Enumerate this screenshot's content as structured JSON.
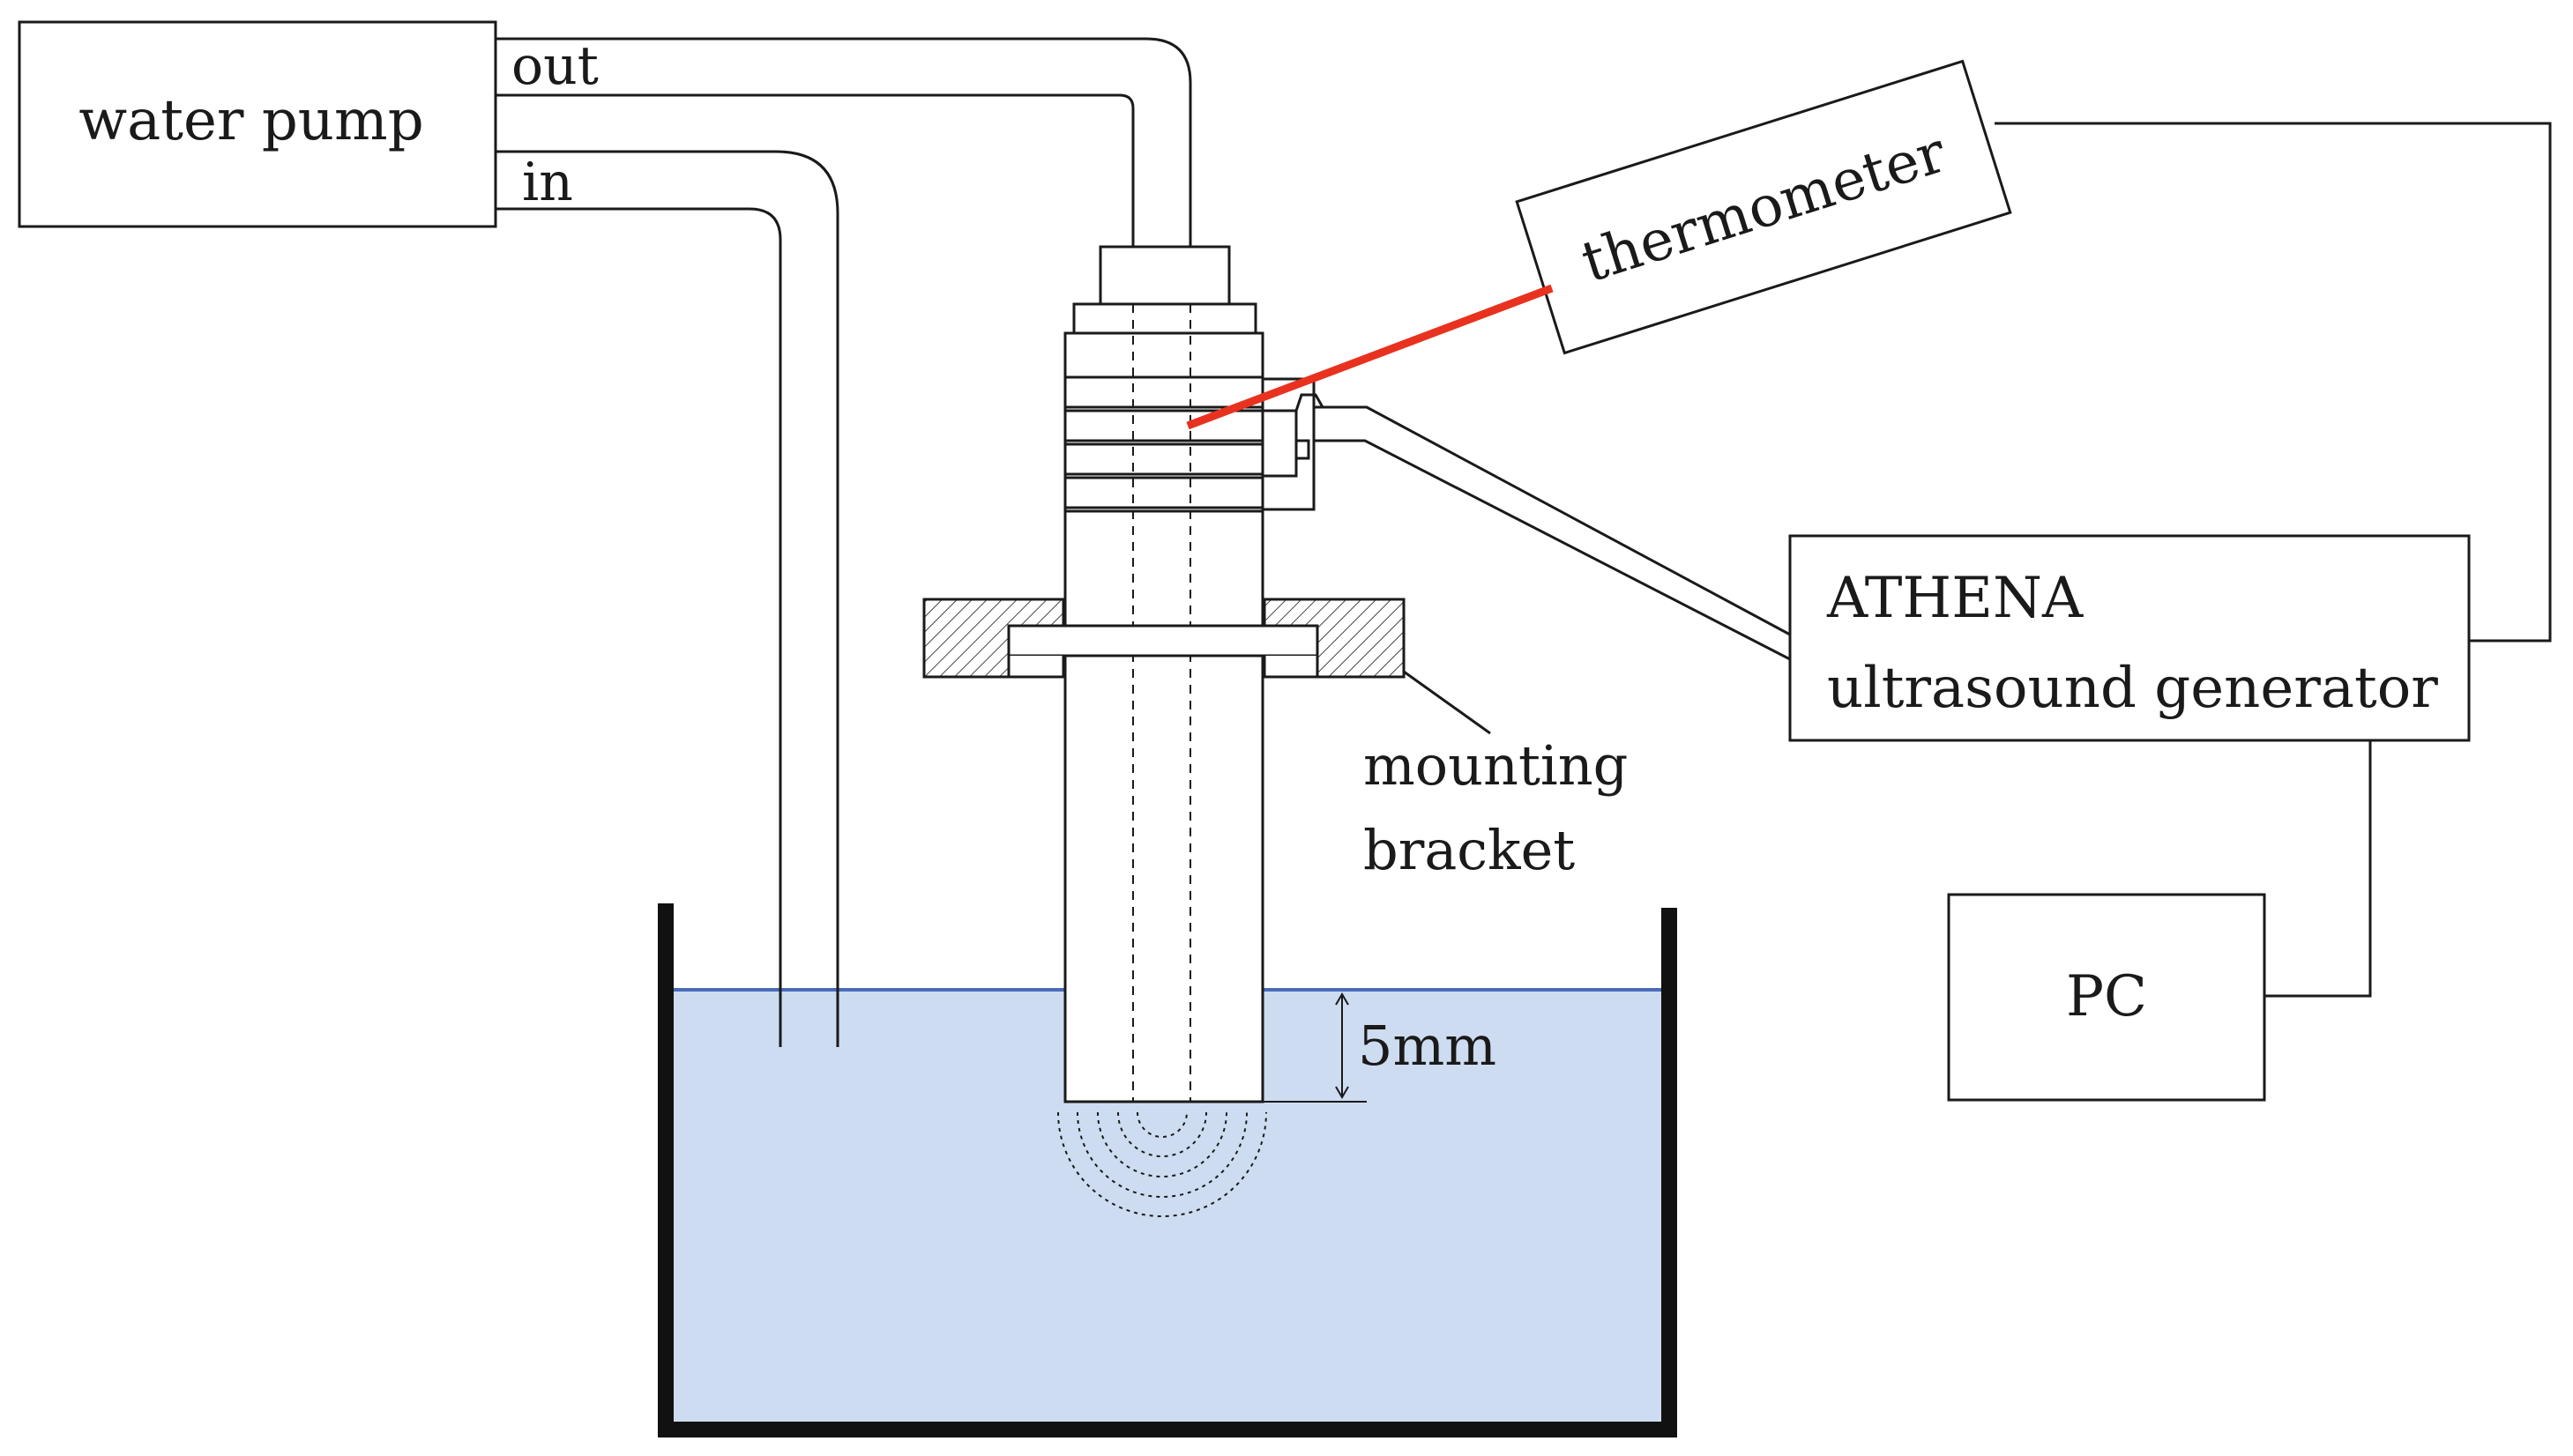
{
  "labels": {
    "water_pump": "water pump",
    "out": "out",
    "in": "in",
    "thermometer": "thermometer",
    "generator_line1": "ATHENA",
    "generator_line2": "ultrasound generator",
    "pc": "PC",
    "mounting_line1": "mounting",
    "mounting_line2": "bracket",
    "depth": "5mm"
  },
  "colors": {
    "water": "#cddcf1",
    "water_surface": "#4a6cb8",
    "probe_line": "#e8321f",
    "line": "#1a1a1a",
    "tank_wall": "#111111"
  }
}
